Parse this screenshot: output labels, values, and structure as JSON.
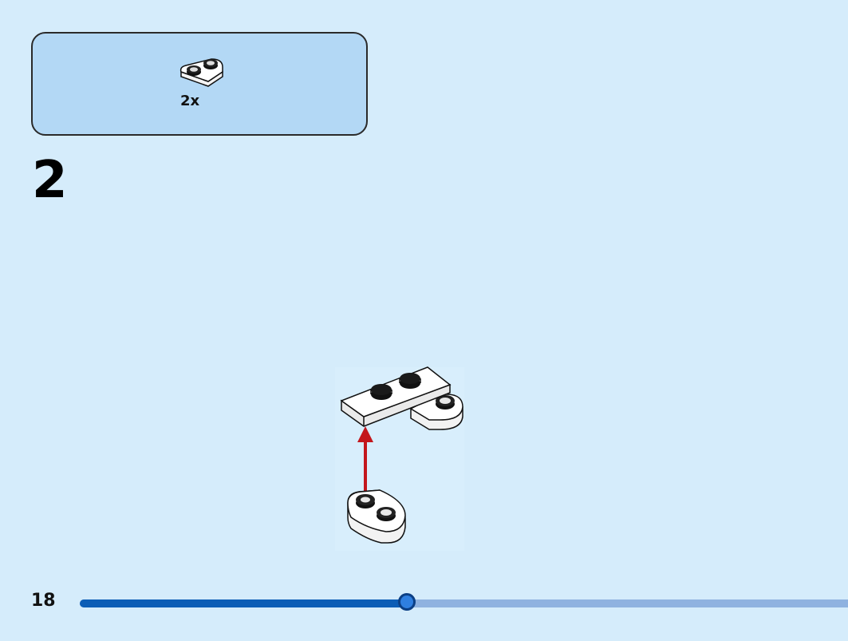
{
  "parts_list": {
    "items": [
      {
        "icon": "white-plate-1x2-rounded-icon",
        "quantity": "2x"
      }
    ]
  },
  "step": {
    "number": "2"
  },
  "footer": {
    "page_number": "18",
    "progress_fraction": 0.426
  },
  "colors": {
    "background": "#d5ecfb",
    "parts_box": "#b3d8f5",
    "arrow": "#c3161c",
    "progress_done": "#0b5db6",
    "progress_remaining": "#8fb2e0"
  }
}
